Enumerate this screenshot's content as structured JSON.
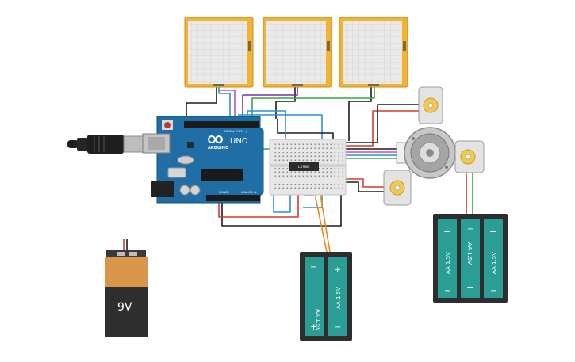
{
  "arduino": {
    "logo_text": "ARDUINO",
    "model": "UNO",
    "digital_label": "DIGITAL (PWM~)",
    "power_label": "POWER",
    "analog_label": "ANALOG IN"
  },
  "ic": {
    "label": "L293D"
  },
  "battery_9v": {
    "voltage": "9V"
  },
  "battery_pack_small": {
    "cell_labels": [
      "AA 1.5V",
      "AA 1.5V"
    ]
  },
  "battery_pack_large": {
    "cell_labels": [
      "AA 1.5V",
      "AA 1.5V",
      "AA 1.5V"
    ]
  },
  "colors": {
    "board": "#1f6fa6",
    "breadboard": "#e6e6e6",
    "sensor_frame": "#f2b233",
    "battery_cell": "#2a9d96",
    "battery_9v_top": "#d9964a",
    "battery_9v_body": "#2e2e2e"
  },
  "icons": [
    "usb-cable-icon",
    "dc-motor-icon",
    "stepper-motor-icon",
    "battery-icon",
    "chip-icon"
  ]
}
